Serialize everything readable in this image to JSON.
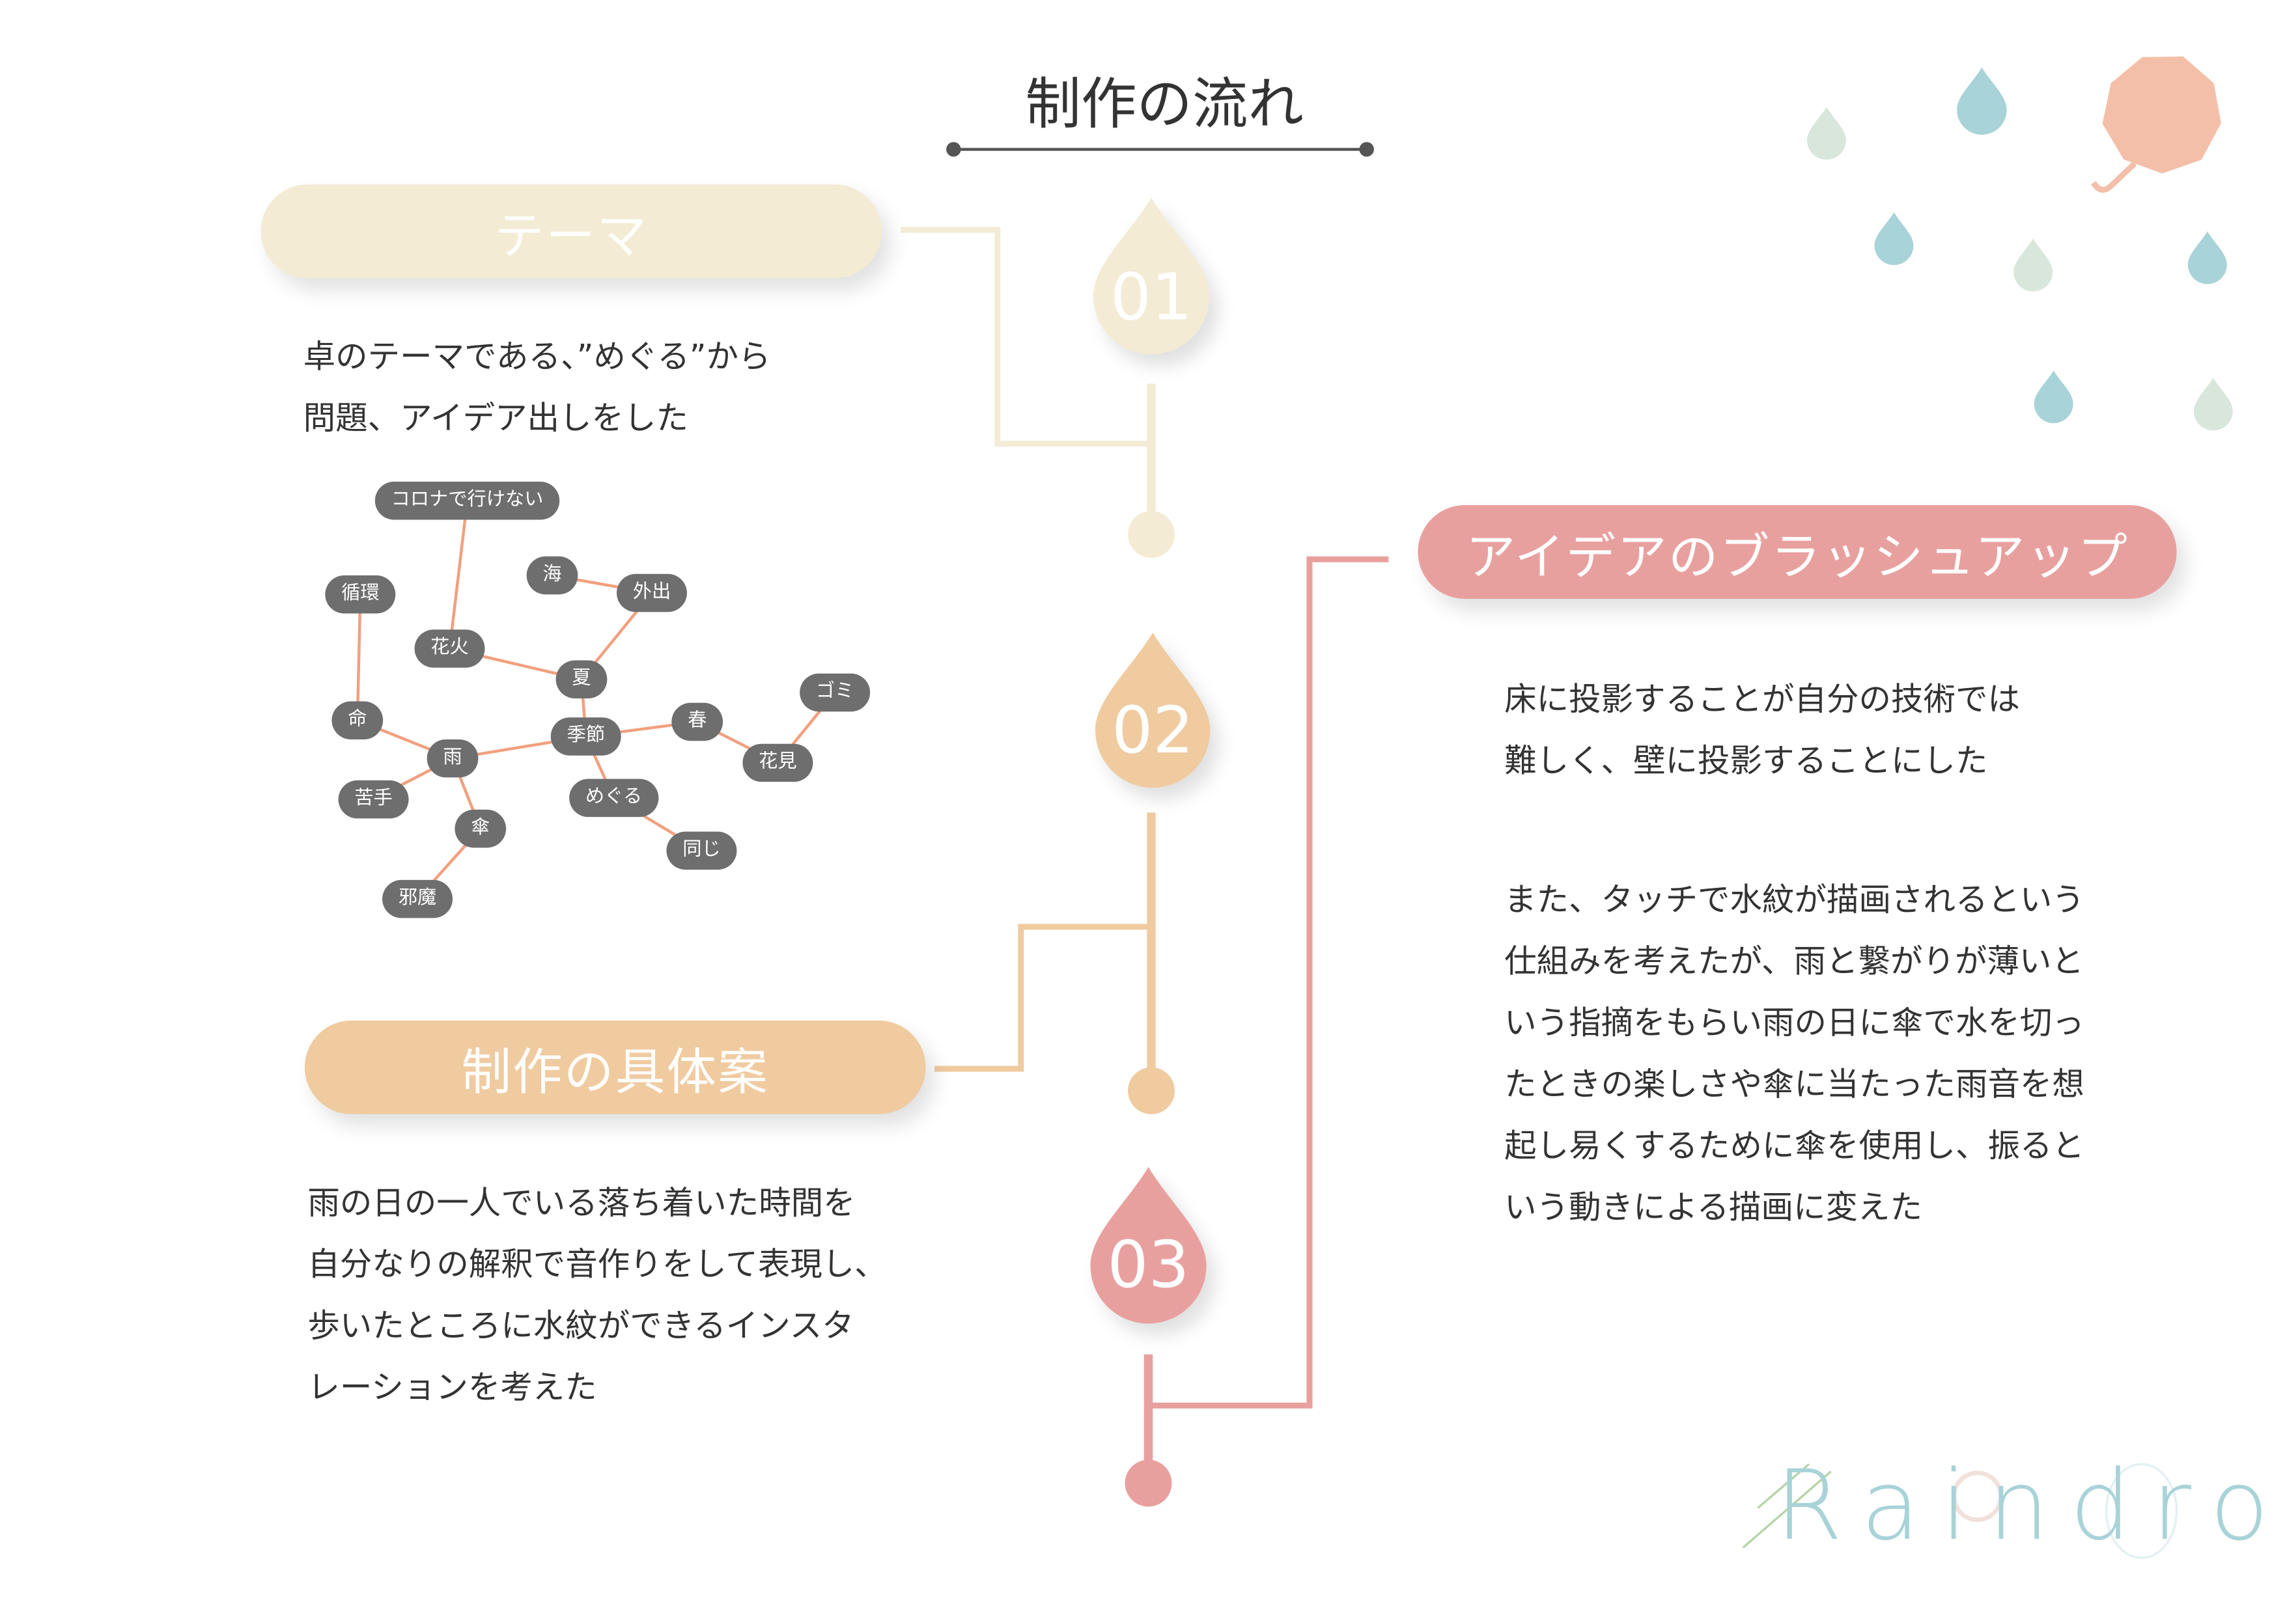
{
  "title": "制作の流れ",
  "colors": {
    "theme": "#f3ebd4",
    "concept": "#f0cba0",
    "idea": "#e8a09e",
    "node": "#6d6e6d",
    "edge": "#f2a07e",
    "teal": "#a8d3d8",
    "mint": "#d8e6dc",
    "umbrella": "#f4bfa8"
  },
  "steps": [
    {
      "number": "01",
      "label": "テーマ",
      "text": [
        "卓のテーマである、”めぐる”から",
        "問題、アイデア出しをした"
      ]
    },
    {
      "number": "02",
      "label": "制作の具体案",
      "text": [
        "雨の日の一人でいる落ち着いた時間を",
        "自分なりの解釈で音作りをして表現し、",
        "歩いたところに水紋ができるインスタ",
        "レーションを考えた"
      ]
    },
    {
      "number": "03",
      "label": "アイデアのブラッシュアップ",
      "text": [
        "床に投影することが自分の技術では",
        "難しく、壁に投影することにした"
      ],
      "text2": [
        "また、タッチで水紋が描画されるという",
        "仕組みを考えたが、雨と繋がりが薄いと",
        "いう指摘をもらい雨の日に傘で水を切っ",
        "たときの楽しさや傘に当たった雨音を想",
        "起し易くするために傘を使用し、振ると",
        "いう動きによる描画に変えた"
      ]
    }
  ],
  "mindmap": {
    "nodes": [
      "コロナで行けない",
      "循環",
      "海",
      "外出",
      "花火",
      "夏",
      "ゴミ",
      "命",
      "春",
      "季節",
      "雨",
      "花見",
      "苦手",
      "めぐる",
      "傘",
      "同じ",
      "邪魔"
    ],
    "edges": [
      [
        0,
        4
      ],
      [
        1,
        7
      ],
      [
        2,
        3
      ],
      [
        3,
        5
      ],
      [
        4,
        5
      ],
      [
        5,
        9
      ],
      [
        9,
        8
      ],
      [
        8,
        11
      ],
      [
        11,
        6
      ],
      [
        9,
        10
      ],
      [
        7,
        10
      ],
      [
        10,
        12
      ],
      [
        10,
        14
      ],
      [
        14,
        16
      ],
      [
        9,
        13
      ],
      [
        13,
        15
      ]
    ]
  },
  "logo": "Raindrop"
}
